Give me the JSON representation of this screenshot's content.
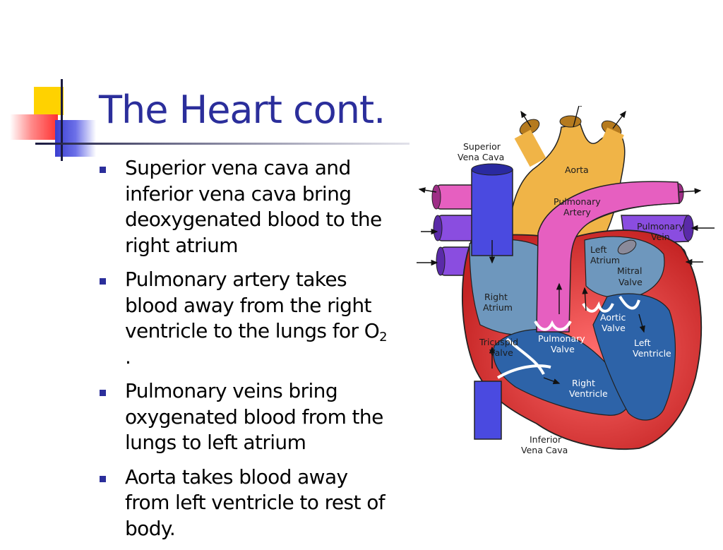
{
  "slide": {
    "title": "The Heart cont.",
    "bullets": [
      {
        "text": "Superior vena cava and inferior vena cava bring deoxygenated blood to the right atrium"
      },
      {
        "text_before": "Pulmonary artery takes blood away from the right ventricle to the lungs for O",
        "subscript": "2",
        "text_after": " ."
      },
      {
        "text": "Pulmonary veins bring oxygenated blood from the lungs to left atrium"
      },
      {
        "text": "Aorta takes blood away from left ventricle to rest of body."
      }
    ]
  },
  "diagram": {
    "labels": {
      "superior_vena_cava": [
        "Superior",
        "Vena Cava"
      ],
      "aorta": "Aorta",
      "pulmonary_artery": [
        "Pulmonary",
        "Artery"
      ],
      "pulmonary_vein": [
        "Pulmonary",
        "Vein"
      ],
      "left_atrium": [
        "Left",
        "Atrium"
      ],
      "mitral_valve": [
        "Mitral",
        "Valve"
      ],
      "right_atrium": [
        "Right",
        "Atrium"
      ],
      "aortic_valve": [
        "Aortic",
        "Valve"
      ],
      "tricuspid_valve": [
        "Tricuspid",
        "Valve"
      ],
      "pulmonary_valve": [
        "Pulmonary",
        "Valve"
      ],
      "left_ventricle": [
        "Left",
        "Ventricle"
      ],
      "right_ventricle": [
        "Right",
        "Ventricle"
      ],
      "inferior_vena_cava": [
        "Inferior",
        "Vena Cava"
      ]
    },
    "colors": {
      "vena_cava": "#4a4ae0",
      "aorta": "#f0b447",
      "pulmonary_artery": "#e65fc0",
      "pulmonary_vein": "#8a4de0",
      "muscle": "#e03b3b",
      "chamber_blue": "#2d63a8",
      "atrium_light": "#6e97bd"
    }
  }
}
